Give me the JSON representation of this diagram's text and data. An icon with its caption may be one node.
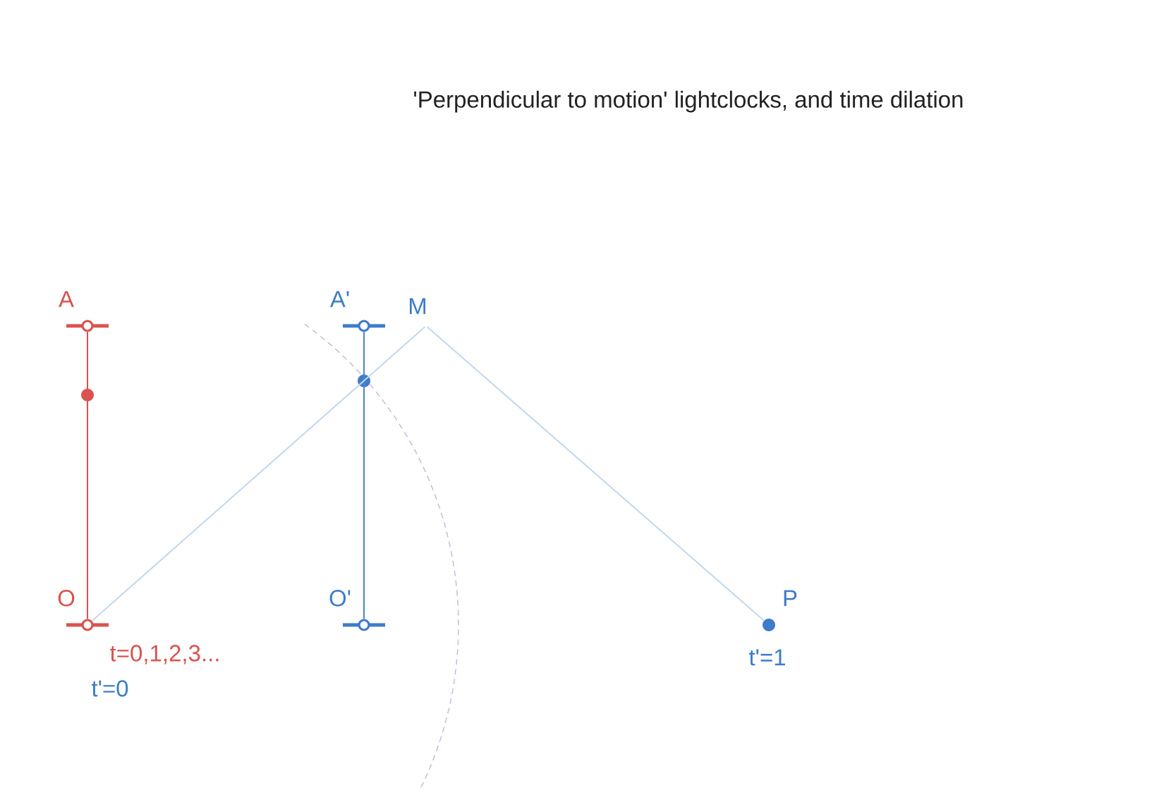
{
  "diagram": {
    "title": "'Perpendicular to motion' lightclocks, and time dilation",
    "nodes": [
      {
        "text": [
          "A"
        ]
      },
      {
        "text": [
          "O"
        ],
        "beside": [
          "t=0,1,2,3...",
          "t'=0"
        ]
      },
      {
        "text": [],
        "shape": "circle"
      },
      {
        "text": [
          "A'"
        ]
      },
      {
        "text": [
          "O'"
        ]
      },
      {
        "text": [],
        "shape": "circle"
      },
      {
        "text": [
          "M"
        ]
      },
      {
        "text": [
          "P"
        ],
        "beside": [
          "t'=1"
        ]
      }
    ],
    "edges": [
      {
        "from": 1,
        "to": 0,
        "arrow": "none",
        "color": "#d9534f"
      },
      {
        "from": 4,
        "to": 3,
        "arrow": "none",
        "color": "#4a85c8"
      },
      {
        "from": 1,
        "to": 6,
        "arrow": "none",
        "color": "#c4d7ec"
      },
      {
        "from": 6,
        "to": 7,
        "arrow": "none",
        "color": "#c4d7ec"
      }
    ]
  }
}
